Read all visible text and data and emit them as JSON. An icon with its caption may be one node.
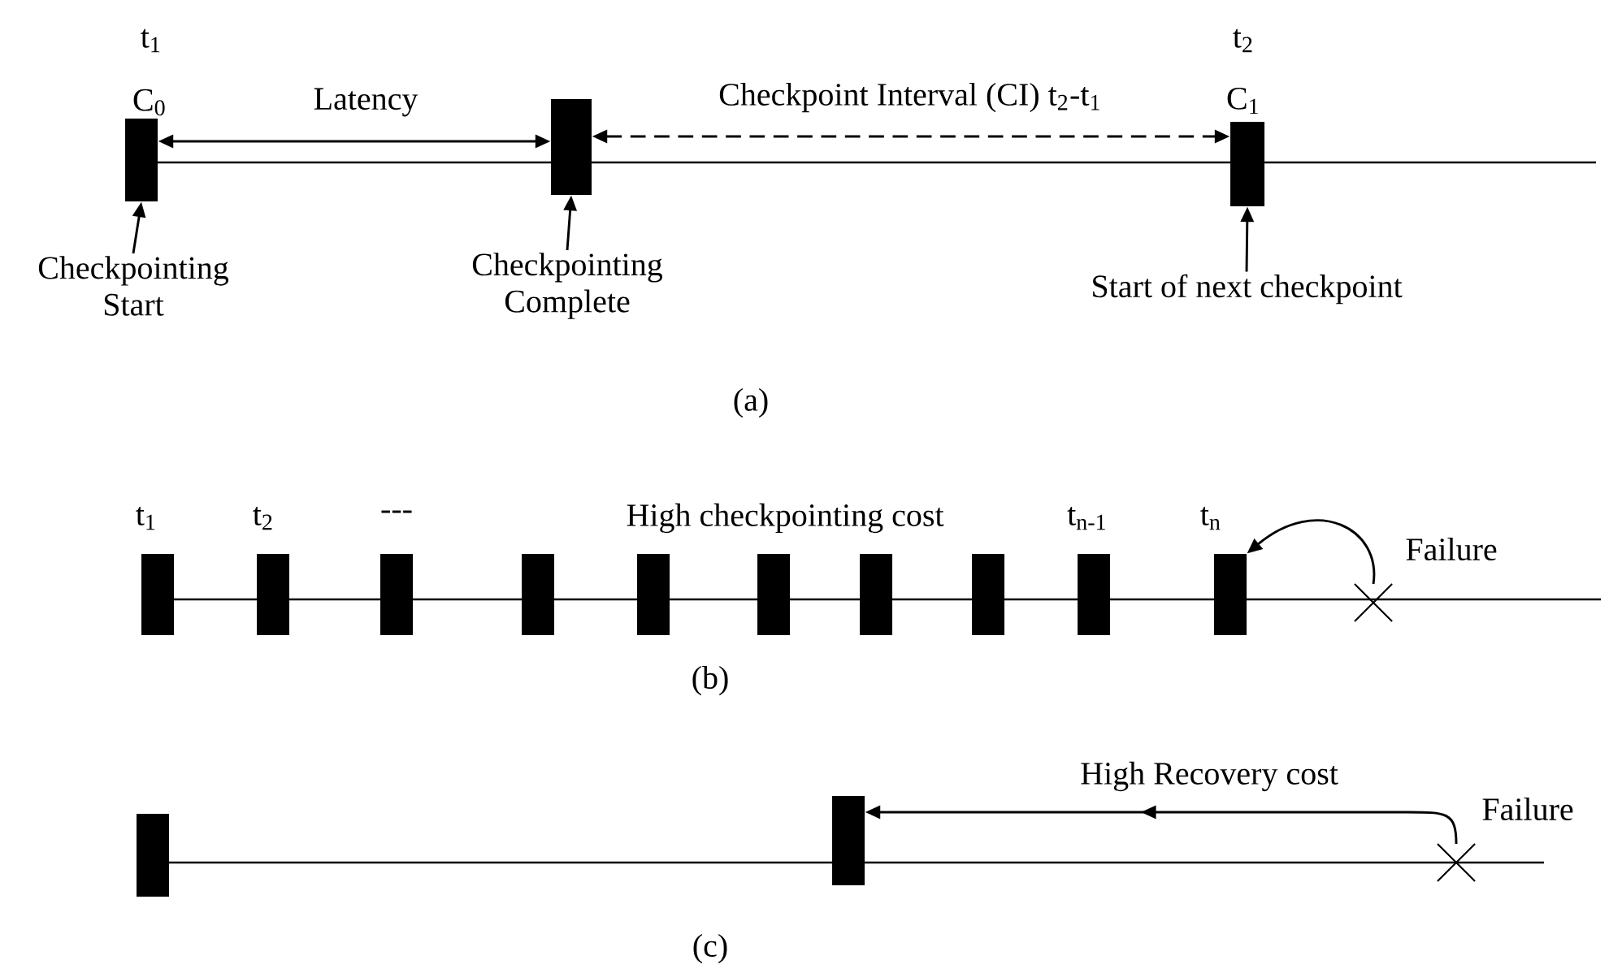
{
  "diagram": {
    "nodes": [
      {
        "text": [],
        "shape": "bar",
        "beside": [
          "t$_{1}$",
          "C$_{0}$"
        ]
      },
      {
        "text": [],
        "shape": "bar"
      },
      {
        "text": [],
        "shape": "bar",
        "beside": [
          "t$_{2}$",
          "C$_{1}$"
        ]
      },
      {
        "text": [
          "Checkpointing Start"
        ]
      },
      {
        "text": [
          "Checkpointing Complete"
        ]
      },
      {
        "text": [
          "Start of next checkpoint"
        ]
      },
      {
        "text": [],
        "shape": "bar",
        "beside": [
          "t$_{1}$"
        ]
      },
      {
        "text": [],
        "shape": "bar",
        "beside": [
          "t$_{2}$"
        ]
      },
      {
        "text": [],
        "shape": "bar",
        "beside": [
          "---"
        ]
      },
      {
        "text": [],
        "shape": "bar"
      },
      {
        "text": [],
        "shape": "bar"
      },
      {
        "text": [],
        "shape": "bar"
      },
      {
        "text": [],
        "shape": "bar"
      },
      {
        "text": [],
        "shape": "bar"
      },
      {
        "text": [],
        "shape": "bar",
        "beside": [
          "t$_{n-1}$"
        ]
      },
      {
        "text": [],
        "shape": "bar",
        "beside": [
          "t$_{n}$"
        ]
      },
      {
        "text": [],
        "shape": "cross",
        "beside": [
          "Failure"
        ]
      },
      {
        "text": [],
        "shape": "bar"
      },
      {
        "text": [],
        "shape": "bar"
      },
      {
        "text": [],
        "shape": "cross",
        "beside": [
          "Failure"
        ]
      }
    ],
    "edges": [
      {
        "from": 0,
        "to": 1,
        "arrow": "both",
        "label": "Latency"
      },
      {
        "from": 1,
        "to": 2,
        "arrow": "both",
        "style": "dashed",
        "label": "Checkpoint Interval (CI) t$_{2}$-t$_{1}$"
      },
      {
        "from": 3,
        "to": 0,
        "arrow": "to"
      },
      {
        "from": 4,
        "to": 1,
        "arrow": "to"
      },
      {
        "from": 5,
        "to": 2,
        "arrow": "to"
      },
      {
        "from": 16,
        "to": 15,
        "arrow": "to"
      },
      {
        "from": 19,
        "to": 18,
        "arrow": "to",
        "label": "High Recovery cost"
      }
    ],
    "labels": [
      "(a)",
      "High checkpointing cost",
      "(b)",
      "(c)"
    ]
  }
}
